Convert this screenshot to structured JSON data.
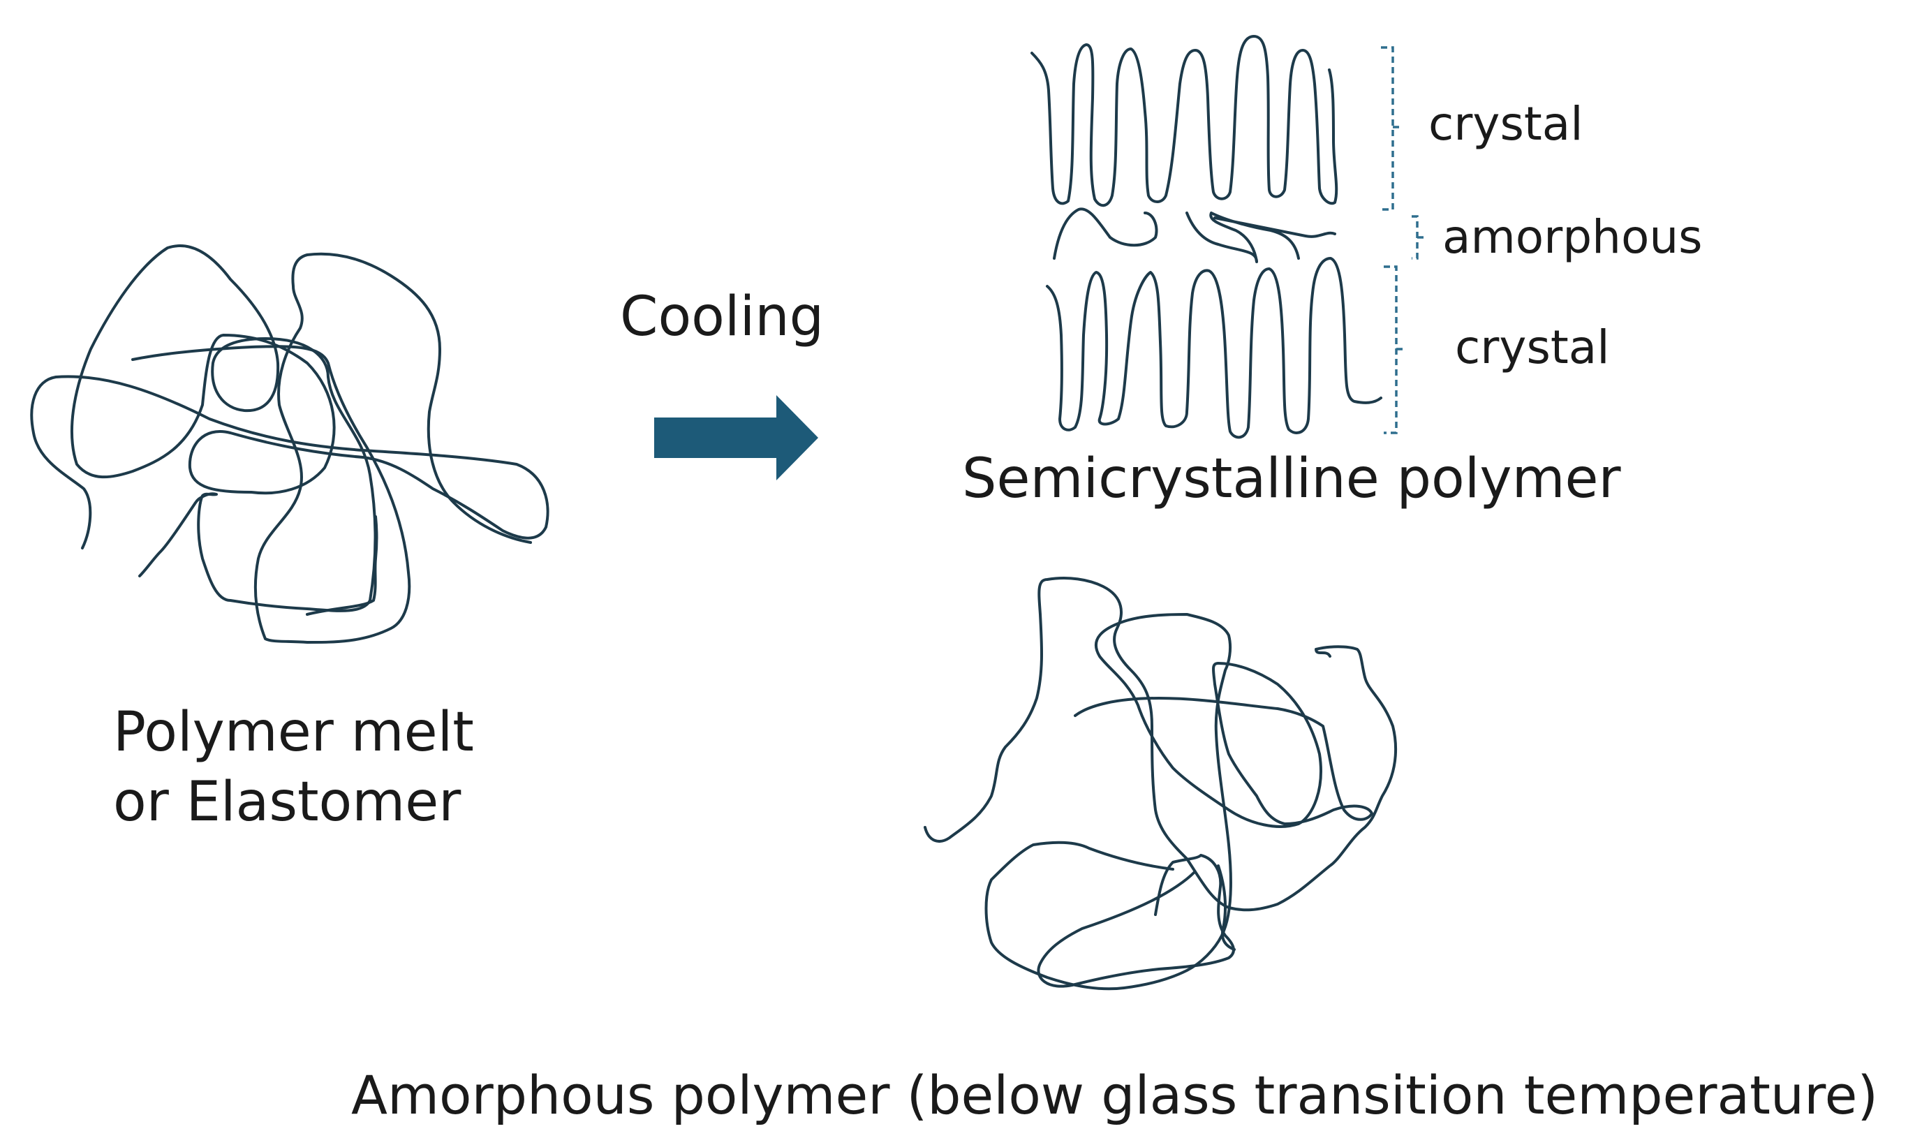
{
  "labels": {
    "cooling": "Cooling",
    "melt_line1": "Polymer melt",
    "melt_line2": "or Elastomer",
    "semicrystalline": "Semicrystalline polymer",
    "crystal_top": "crystal",
    "amorphous": "amorphous",
    "crystal_bottom": "crystal",
    "amorphous_polymer": "Amorphous polymer (below glass transition temperature)"
  },
  "colors": {
    "chain_stroke": "#1d3a4a",
    "arrow_fill": "#1d5a78",
    "bracket_stroke": "#2e6e8e",
    "text": "#1a1a1a"
  }
}
